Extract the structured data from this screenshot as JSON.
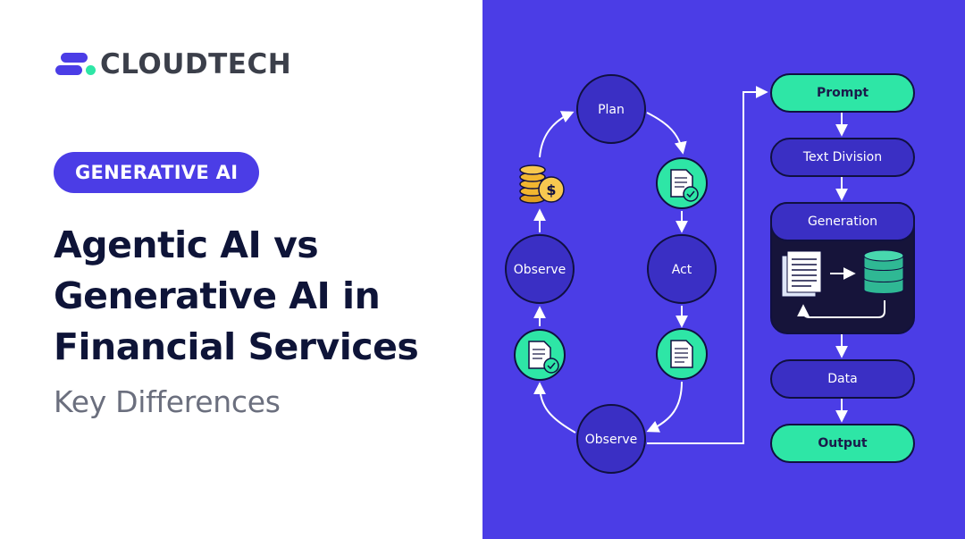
{
  "brand": {
    "name": "CLOUDTECH",
    "colors": {
      "primary": "#4b3de6",
      "accent": "#2ee6a6",
      "dark": "#0e1438"
    }
  },
  "hero": {
    "badge": "GENERATIVE AI",
    "title_lines": [
      "Agentic AI vs",
      "Generative AI in",
      "Financial Services"
    ],
    "subtitle": "Key Differences"
  },
  "agentic_cycle": {
    "nodes": {
      "plan": "Plan",
      "act": "Act",
      "observe_left": "Observe",
      "observe_bottom": "Observe"
    },
    "icons": [
      "coins-icon",
      "document-check-icon",
      "document-icon",
      "document-check-icon"
    ]
  },
  "generative_flow": {
    "steps": {
      "prompt": "Prompt",
      "text_division": "Text Division",
      "generation": "Generation",
      "data": "Data",
      "output": "Output"
    },
    "icons": [
      "documents-icon",
      "arrow-right-icon",
      "database-icon"
    ]
  }
}
